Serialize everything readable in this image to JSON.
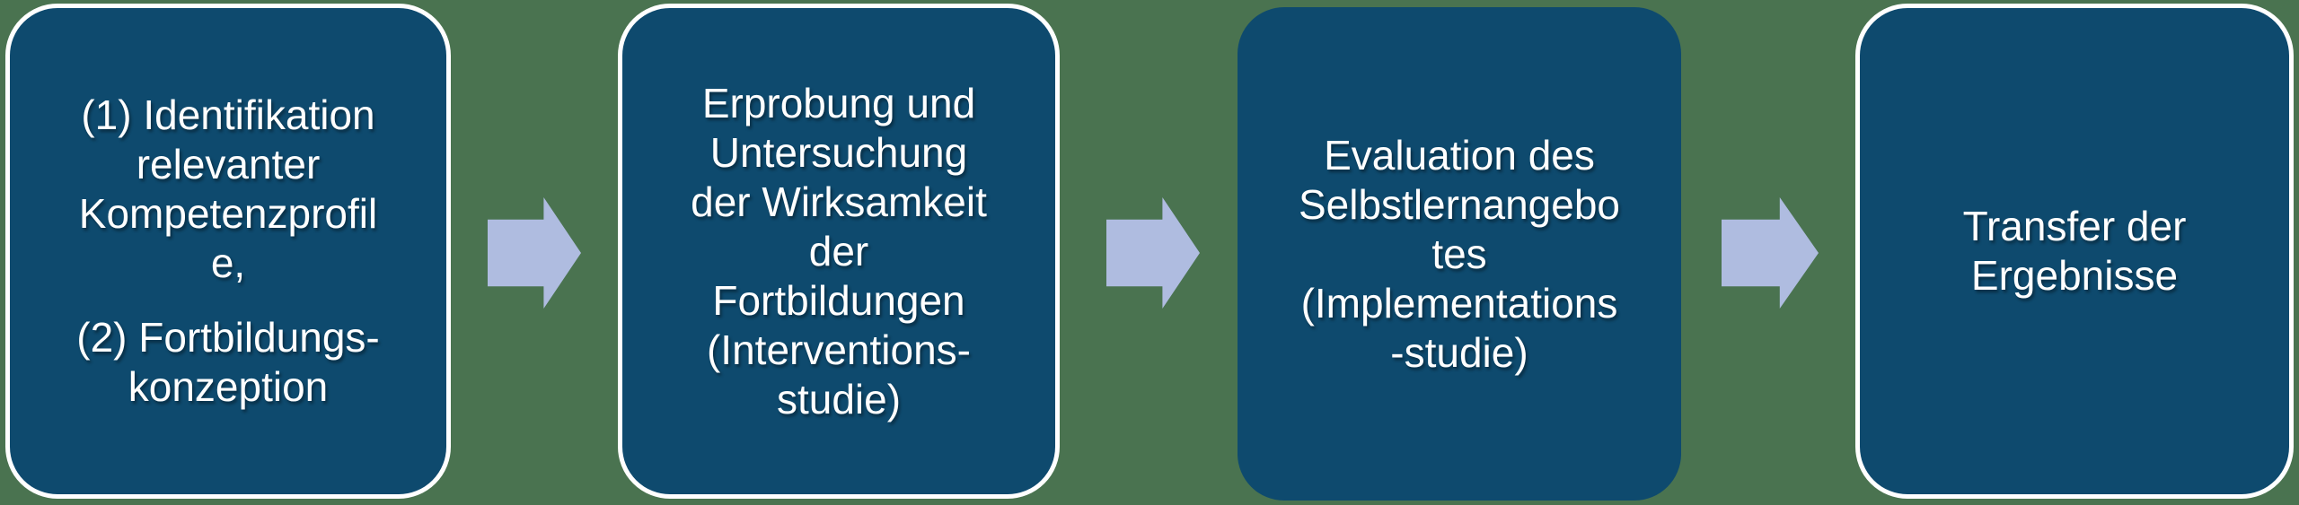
{
  "diagram": {
    "type": "process-flow",
    "direction": "left-to-right",
    "connector_shape": "right-arrow",
    "colors": {
      "background": "#4a7350",
      "box_fill": "#0e4a6e",
      "box_border": "#ffffff",
      "arrow": "#afbce0",
      "text": "#ffffff"
    },
    "steps": [
      {
        "paragraphs": [
          "(1) Identifikation\nrelevanter\nKompetenzprofil\ne,",
          "(2) Fortbildungs-\nkonzeption"
        ]
      },
      {
        "paragraphs": [
          "Erprobung und\nUntersuchung\nder Wirksamkeit\nder\nFortbildungen\n(Interventions-\nstudie)"
        ]
      },
      {
        "paragraphs": [
          "Evaluation des\nSelbstlernangebo\ntes\n(Implementations\n-studie)"
        ]
      },
      {
        "paragraphs": [
          "Transfer der\nErgebnisse"
        ]
      }
    ]
  }
}
